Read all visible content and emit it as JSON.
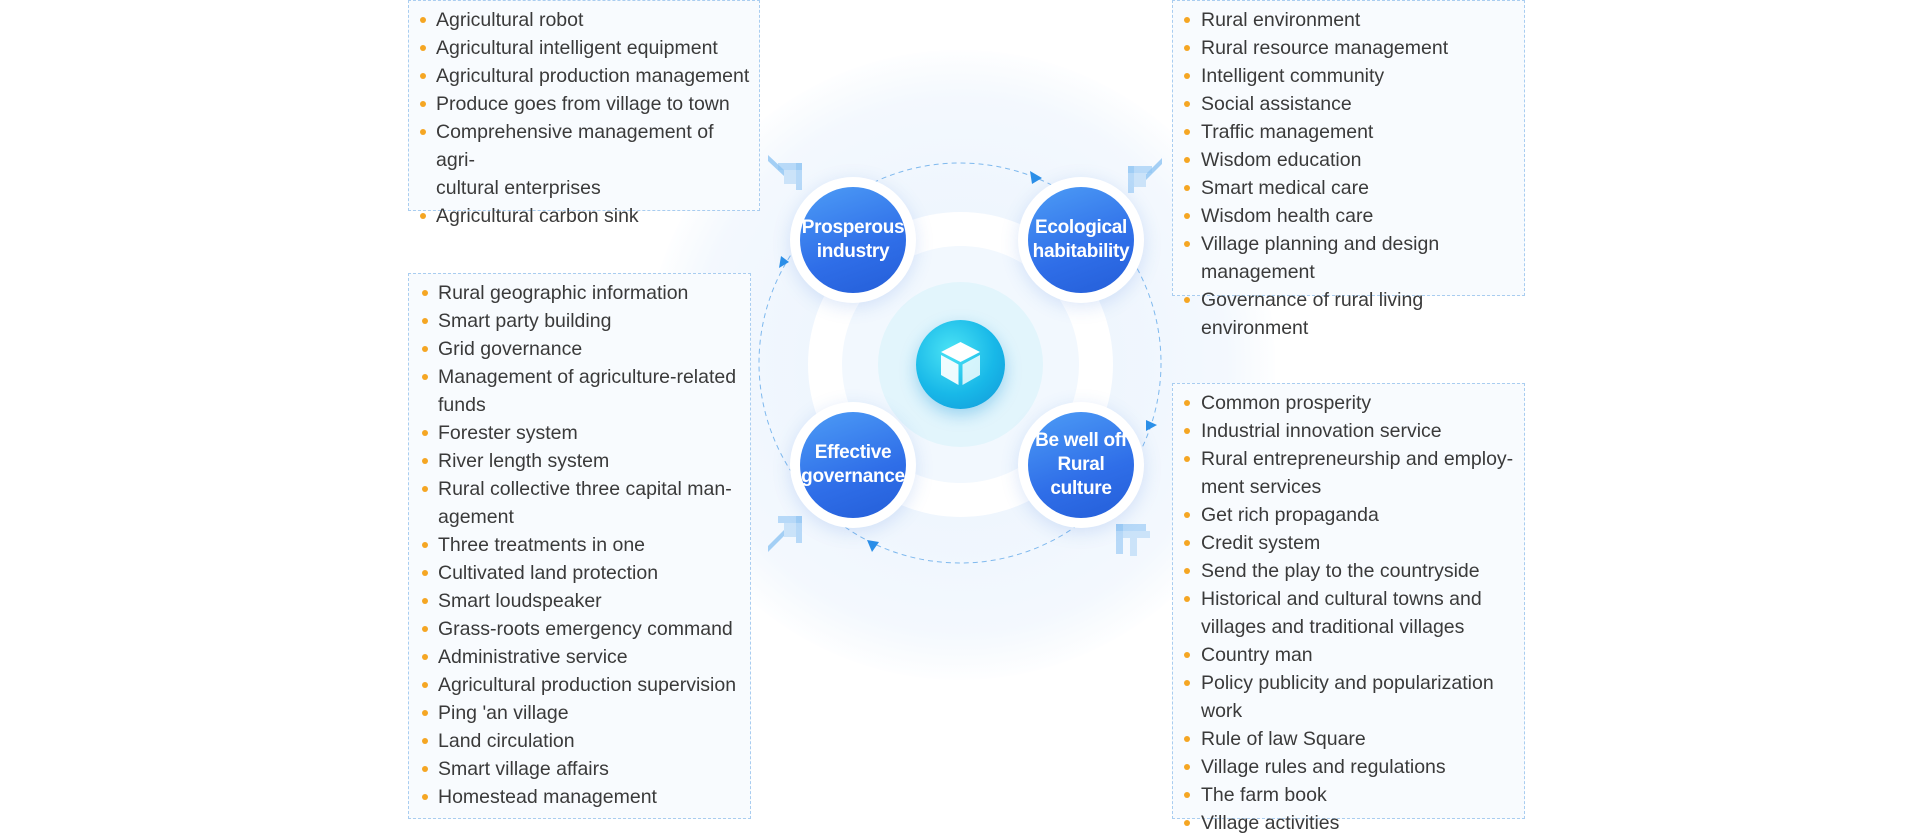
{
  "panels": {
    "top_left": [
      "Agricultural robot",
      "Agricultural intelligent equipment",
      "Agricultural production management",
      "Produce goes from village to town",
      "Comprehensive management of agri-\ncultural enterprises",
      "Agricultural carbon sink"
    ],
    "middle_left": [
      "Rural geographic information",
      "Smart party building",
      "Grid governance",
      "Management of agriculture-related\nfunds",
      "Forester system",
      "River length system",
      "Rural collective three capital man-\nagement",
      "Three treatments in one",
      "Cultivated land protection",
      "Smart loudspeaker",
      "Grass-roots emergency command",
      "Administrative service",
      "Agricultural production supervision",
      "Ping 'an village",
      "Land circulation",
      "Smart village affairs",
      "Homestead management"
    ],
    "top_right": [
      "Rural environment",
      "Rural resource management",
      "Intelligent community",
      "Social assistance",
      "Traffic management",
      "Wisdom education",
      "Smart medical care",
      "Wisdom health care",
      "Village planning and design management",
      "Governance of rural living environment"
    ],
    "bottom_right": [
      "Common prosperity",
      "Industrial innovation service",
      "Rural entrepreneurship and employ-\nment services",
      "Get rich propaganda",
      "Credit system",
      "Send the play to the countryside",
      "Historical and cultural towns and\nvillages and traditional villages",
      "Country man",
      "Policy publicity and popularization work",
      "Rule of law Square",
      "Village rules and regulations",
      "The farm book",
      "Village activities"
    ]
  },
  "nodes": {
    "prosperous_industry": "Prosperous\nindustry",
    "ecological_habitability": "Ecological\nhabitability",
    "effective_governance": "Effective\ngovernance",
    "be_well_off": "Be well off\nRural culture"
  },
  "center_icon": "cube-icon",
  "colors": {
    "bullet": "#f5a623",
    "node_gradient_start": "#4d9cf6",
    "node_gradient_end": "#245ed8",
    "center_cyan": "#18b8e8",
    "panel_border": "#a9cdf0",
    "orbit_arrow": "#2b8fe8"
  }
}
